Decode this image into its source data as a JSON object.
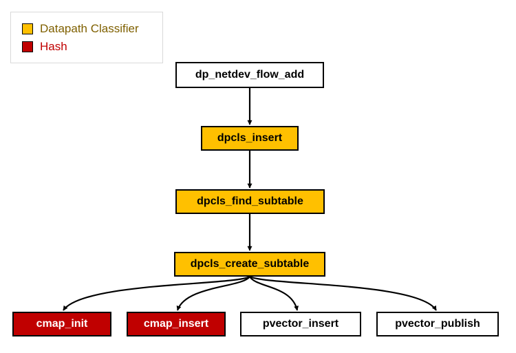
{
  "legend": {
    "items": [
      {
        "label": "Datapath Classifier",
        "swatch_color": "#ffc000",
        "text_color": "#7f6000"
      },
      {
        "label": "Hash",
        "swatch_color": "#c00000",
        "text_color": "#c00000"
      }
    ]
  },
  "nodes": {
    "flow_add": "dp_netdev_flow_add",
    "insert": "dpcls_insert",
    "find_subtable": "dpcls_find_subtable",
    "create_subtable": "dpcls_create_subtable",
    "cmap_init": "cmap_init",
    "cmap_insert": "cmap_insert",
    "pvector_insert": "pvector_insert",
    "pvector_publish": "pvector_publish"
  },
  "colors": {
    "classifier": "#ffc000",
    "hash": "#c00000",
    "plain": "#ffffff",
    "edge": "#000000"
  }
}
